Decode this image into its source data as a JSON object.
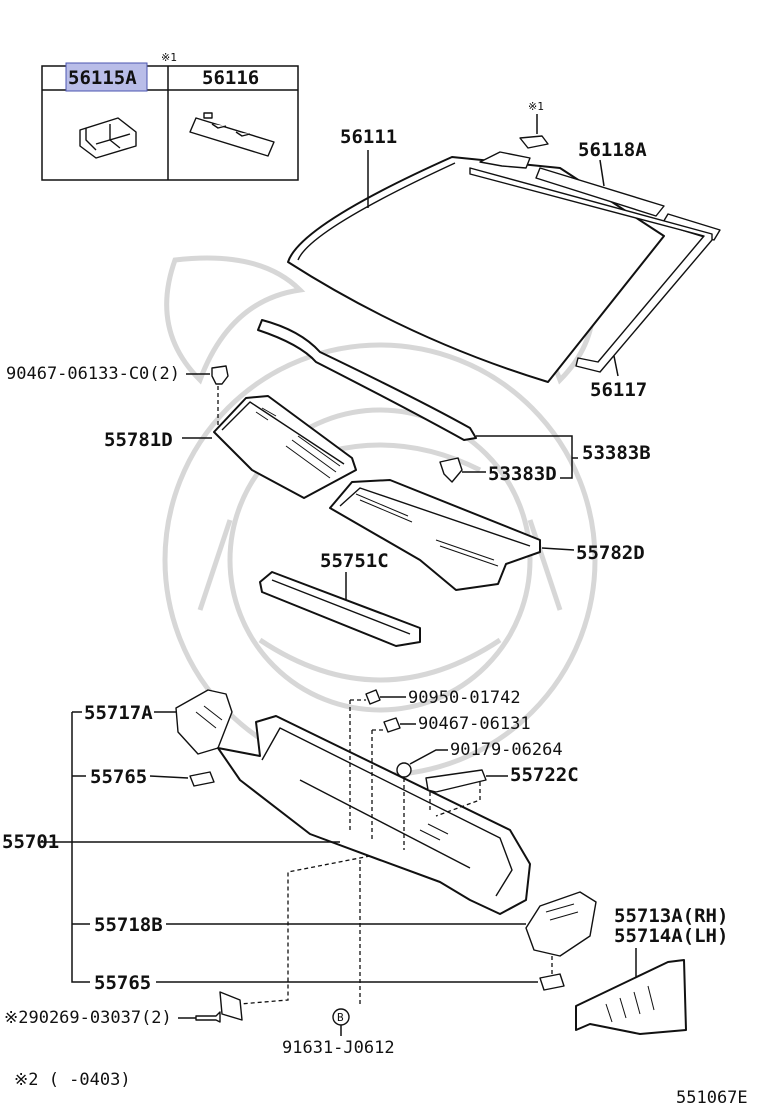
{
  "labels": {
    "p56115A": "56115A",
    "p56116": "56116",
    "note1_top": "※1",
    "note1_clip": "※1",
    "p56111": "56111",
    "p56118A": "56118A",
    "p56117": "56117",
    "p90467_06133": "90467-06133-C0(2)",
    "p55781D": "55781D",
    "p53383B": "53383B",
    "p53383D": "53383D",
    "p55782D": "55782D",
    "p55751C": "55751C",
    "p55717A": "55717A",
    "p90950_01742": "90950-01742",
    "p90467_06131": "90467-06131",
    "p90179_06264": "90179-06264",
    "p55765_a": "55765",
    "p55722C": "55722C",
    "p55701": "55701",
    "p55718B": "55718B",
    "p55713A": "55713A(RH)",
    "p55714A": "55714A(LH)",
    "p55765_b": "55765",
    "p90269_03037": "※290269-03037(2)",
    "p91631_J0612": "91631-J0612",
    "circle_b": "B",
    "footnote": "※2  (      -0403)",
    "ref_code": "551067E"
  },
  "colors": {
    "highlight": "#b9bde8",
    "line": "#111111",
    "watermark": "#d7d7d7"
  }
}
